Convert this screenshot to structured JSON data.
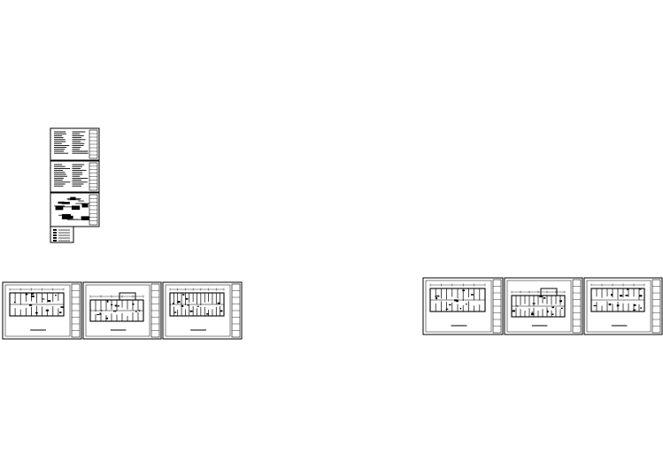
{
  "canvas": {
    "background": "#ffffff",
    "ink": "#000000"
  },
  "sheets": [
    {
      "name": "notes-sheet-1",
      "kind": "notes"
    },
    {
      "name": "notes-sheet-2",
      "kind": "notes"
    },
    {
      "name": "details-sheet",
      "kind": "details"
    },
    {
      "name": "legend-sheet",
      "kind": "legend"
    },
    {
      "name": "floor-plan-sheet-1",
      "kind": "plan"
    },
    {
      "name": "floor-plan-sheet-2",
      "kind": "plan"
    },
    {
      "name": "floor-plan-sheet-3",
      "kind": "plan"
    },
    {
      "name": "floor-plan-sheet-4",
      "kind": "plan"
    },
    {
      "name": "floor-plan-sheet-5",
      "kind": "plan"
    },
    {
      "name": "floor-plan-sheet-6",
      "kind": "plan"
    }
  ]
}
